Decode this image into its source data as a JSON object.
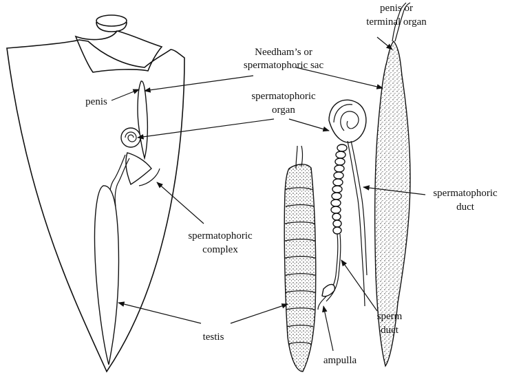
{
  "labels": {
    "penis_or_terminal_organ_1": "penis or",
    "penis_or_terminal_organ_2": "terminal organ",
    "needhams_sac_1": "Needham’s or",
    "needhams_sac_2": "spermatophoric sac",
    "penis": "penis",
    "spermatophoric_organ_1": "spermatophoric",
    "spermatophoric_organ_2": "organ",
    "spermatophoric_duct_1": "spermatophoric",
    "spermatophoric_duct_2": "duct",
    "spermatophoric_complex_1": "spermatophoric",
    "spermatophoric_complex_2": "complex",
    "sperm_duct_1": "sperm",
    "sperm_duct_2": "duct",
    "testis": "testis",
    "ampulla": "ampulla"
  }
}
